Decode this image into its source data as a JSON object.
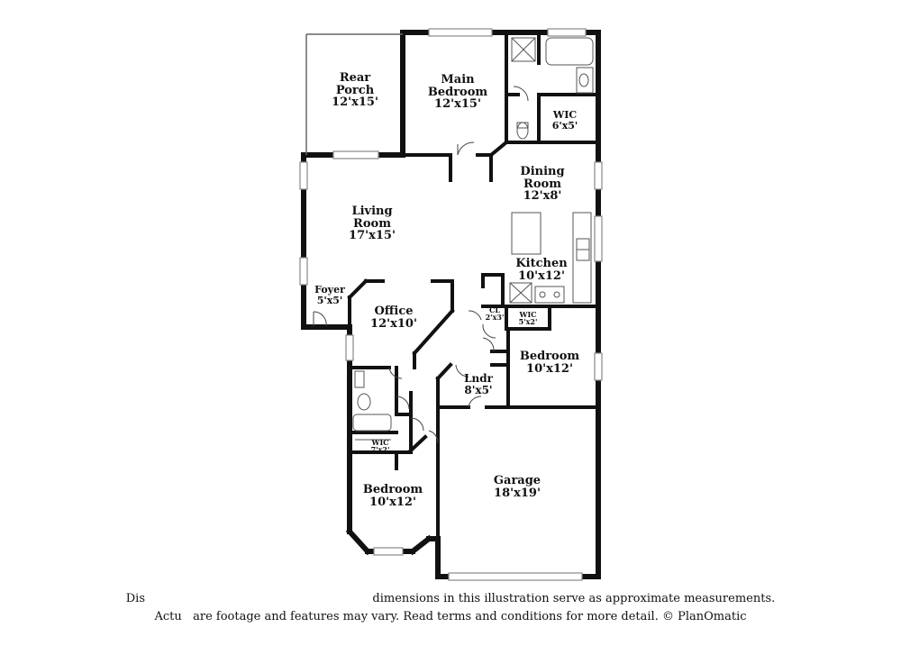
{
  "rooms": {
    "rear_porch": {
      "name": "Rear\nPorch",
      "dim": "12'x15'"
    },
    "main_bedroom": {
      "name": "Main\nBedroom",
      "dim": "12'x15'"
    },
    "wic_main": {
      "name": "WIC",
      "dim": "6'x5'"
    },
    "dining": {
      "name": "Dining\nRoom",
      "dim": "12'x8'"
    },
    "living": {
      "name": "Living\nRoom",
      "dim": "17'x15'"
    },
    "kitchen": {
      "name": "Kitchen",
      "dim": "10'x12'"
    },
    "foyer": {
      "name": "Foyer",
      "dim": "5'x5'"
    },
    "office": {
      "name": "Office",
      "dim": "12'x10'"
    },
    "closet": {
      "name": "CL",
      "dim": "2'x3'"
    },
    "wic_small": {
      "name": "WIC",
      "dim": "5'x2'"
    },
    "bedroom_2": {
      "name": "Bedroom",
      "dim": "10'x12'"
    },
    "laundry": {
      "name": "Lndr",
      "dim": "8'x5'"
    },
    "wic_bath": {
      "name": "WIC",
      "dim": "7'x2'"
    },
    "bedroom_3": {
      "name": "Bedroom",
      "dim": "10'x12'"
    },
    "garage": {
      "name": "Garage",
      "dim": "18'x19'"
    }
  },
  "disclaimer": {
    "line1": "Dis   ",
    "line1_rest": "dimensions in this illustration serve as approximate measurements.",
    "line2": "Actu   are footage and features may vary. Read terms and conditions for more detail. © PlanOmatic"
  },
  "colors": {
    "wall": "#111111",
    "fixture": "#555555",
    "window": "#bbbbbb",
    "background": "#ffffff"
  }
}
